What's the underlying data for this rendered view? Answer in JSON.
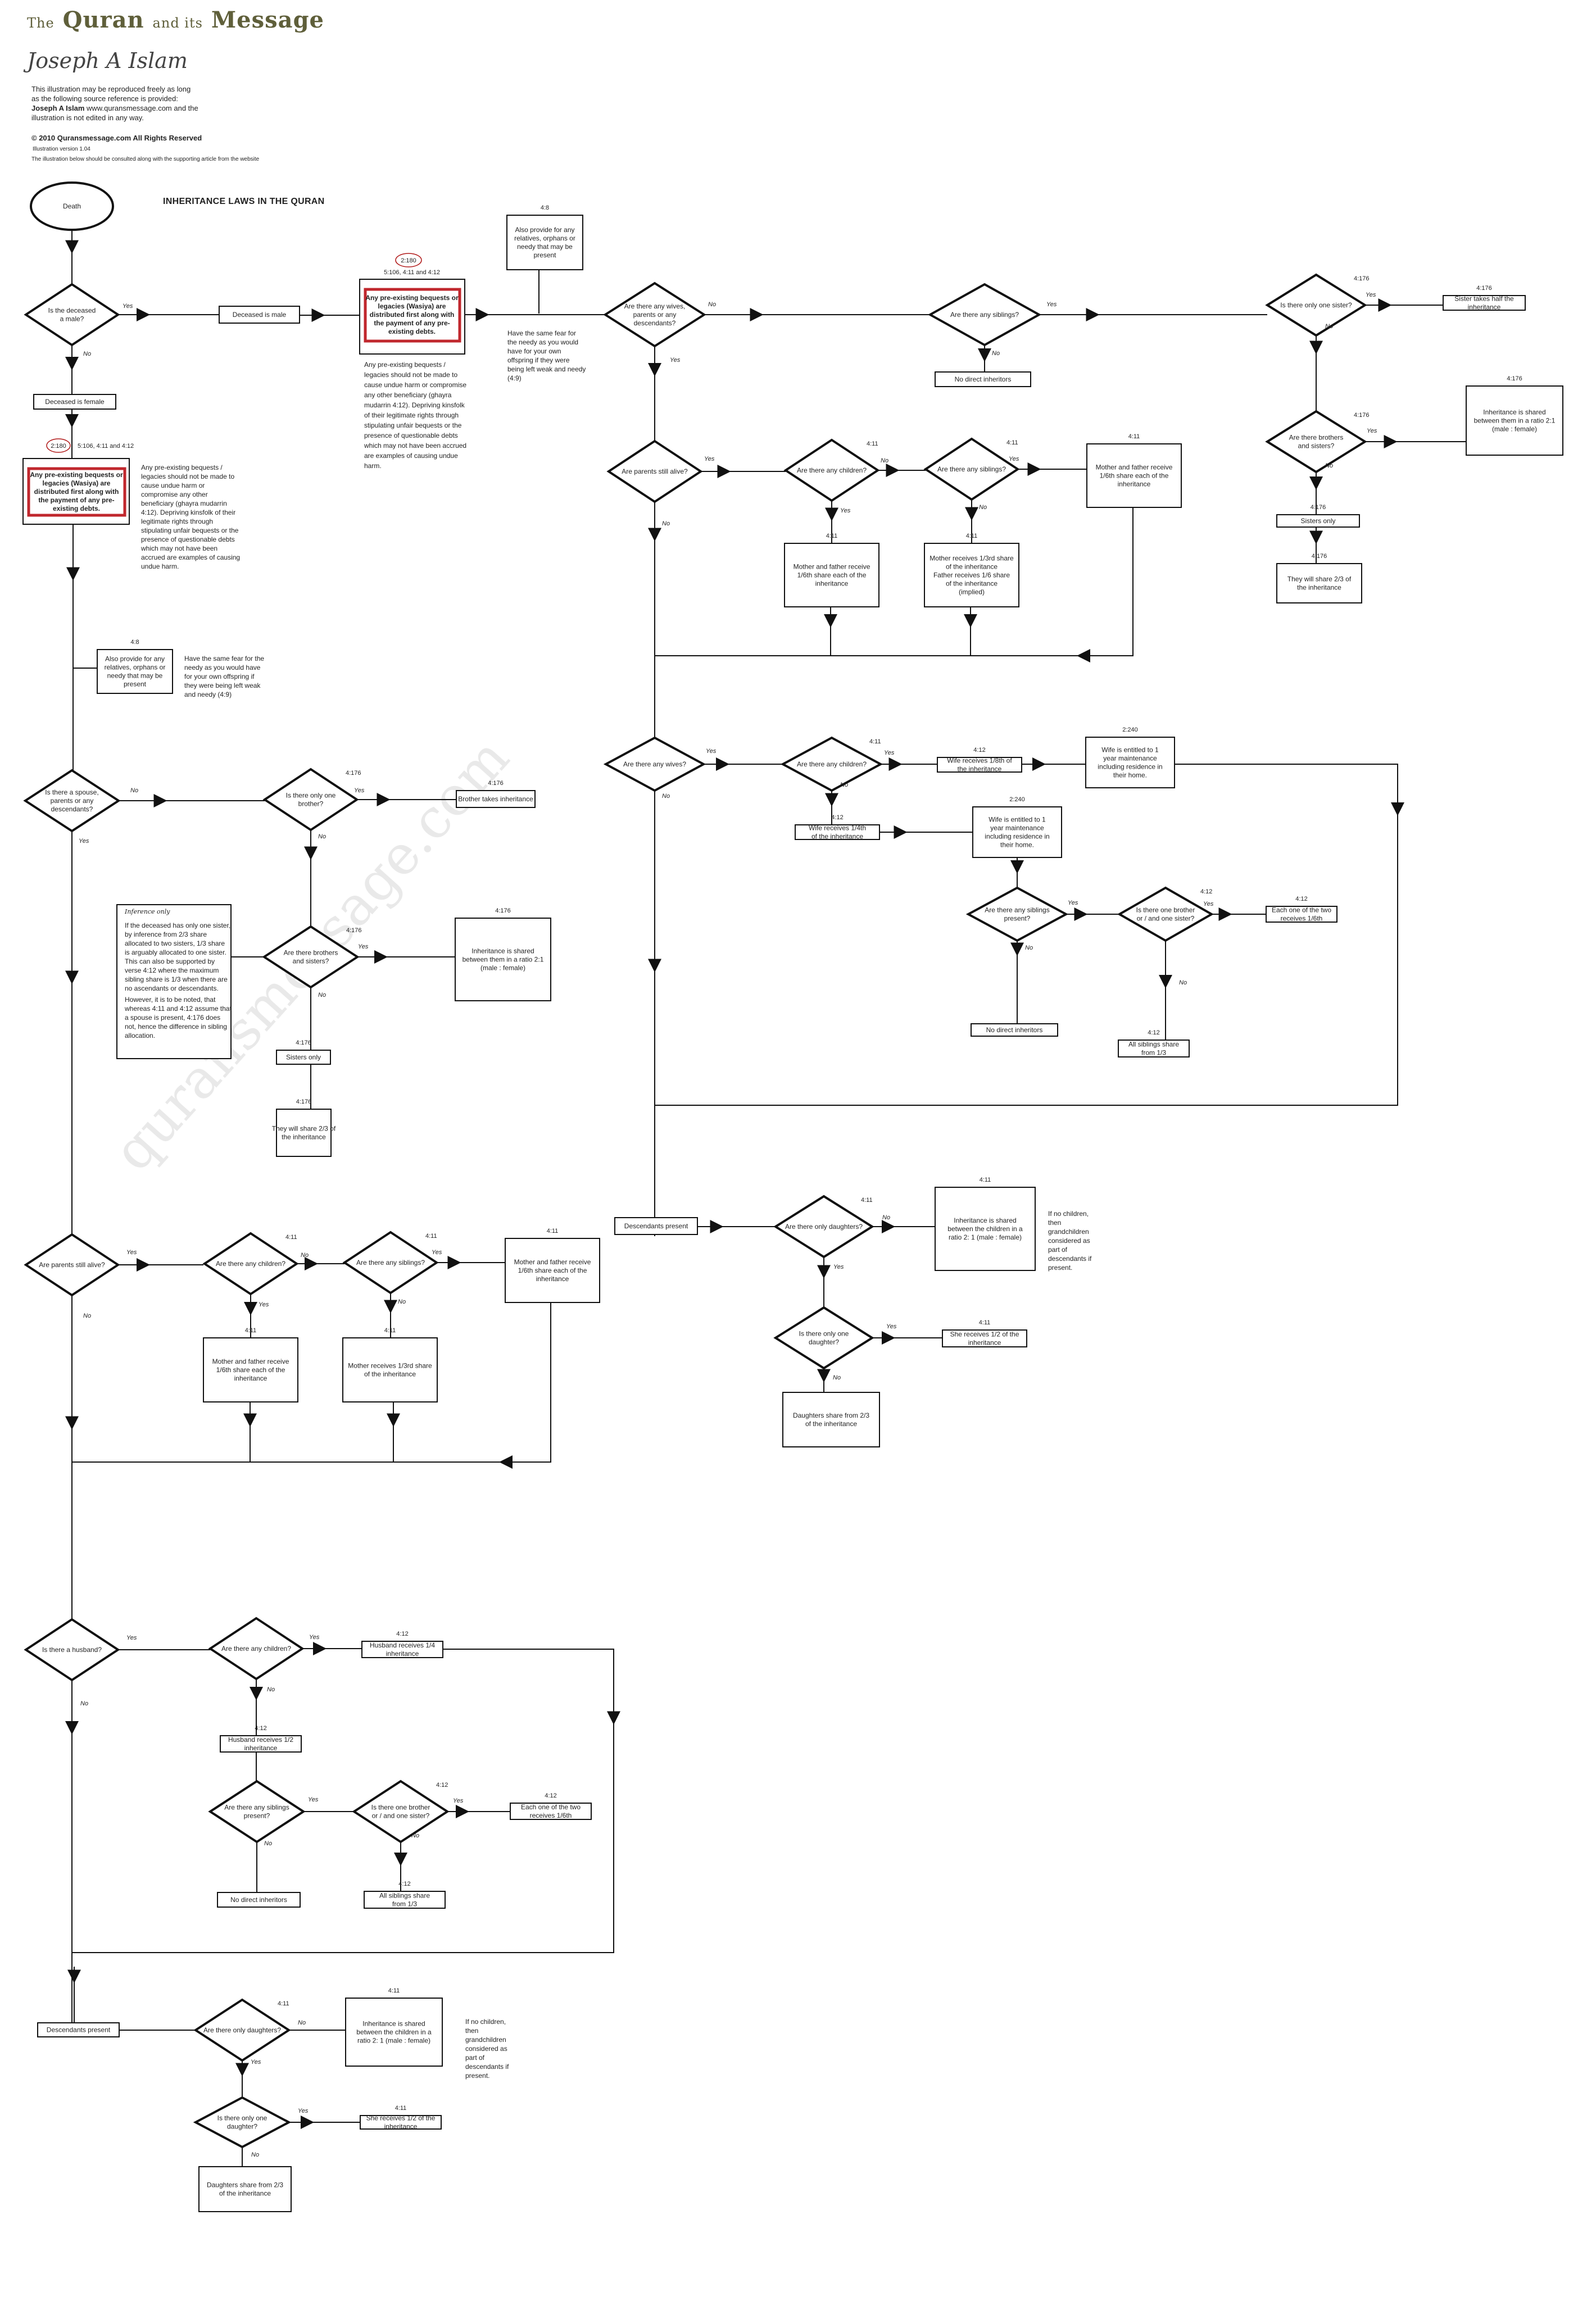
{
  "header": {
    "brand_the": "The",
    "brand_quran": "Quran",
    "brand_and_its": "and its",
    "brand_message": "Message",
    "author_signature": "Joseph A Islam",
    "notice_line1": "This illustration may be reproduced freely as long as the following source reference is provided:",
    "notice_author": "Joseph A Islam",
    "notice_line2": "www.quransmessage.com and the illustration is not edited in any way.",
    "copyright": "© 2010 Quransmessage.com   All Rights Reserved",
    "version": "Illustration version 1.04",
    "consult": "The illustration below should be consulted along with the supporting article from the website"
  },
  "diagram_title": "INHERITANCE LAWS IN THE QURAN",
  "watermark": "quransmessage.com",
  "common": {
    "yes": "Yes",
    "no": "No",
    "bequest_box": [
      "Any pre-existing bequests or",
      "legacies (Wasiya) are",
      "distributed first along with",
      "the payment of any pre-",
      "existing debts."
    ],
    "bequest_ref_circle": "2:180",
    "bequest_refs": "5:106, 4:11 and 4:12",
    "bequest_note": "Any pre-existing bequests / legacies should not be made to cause undue harm or compromise any other beneficiary (ghayra mudarrin 4:12). Depriving kinsfolk of their legitimate rights through stipulating unfair bequests or the presence of questionable debts which may not have been accrued are examples of causing undue harm.",
    "provide_ref": "4:8",
    "provide_box": "Also provide for any relatives, orphans or needy that may be present",
    "fear_note": "Have the same fear for the needy as you would have for your own offspring if they were being left weak and needy (4:9)"
  },
  "nodes": {
    "death": "Death",
    "is_male": [
      "Is the deceased",
      "a male?"
    ],
    "deceased_male": "Deceased is male",
    "deceased_female": "Deceased is female",
    "m_wives_parents_desc": [
      "Are there any wives,",
      "parents or any",
      "descendants?"
    ],
    "m_any_siblings": "Are there any siblings?",
    "m_no_direct": "No direct inheritors",
    "m_one_sister": "Is there only one sister?",
    "m_one_sister_ref": "4:176",
    "m_sister_half": [
      "Sister takes half the",
      "inheritance"
    ],
    "m_sister_half_ref": "4:176",
    "m_bro_sis": [
      "Are there brothers",
      "and sisters?"
    ],
    "m_bro_sis_ref": "4:176",
    "m_shared_21": [
      "Inheritance is shared",
      "between them in a ratio 2:1",
      "(male : female)"
    ],
    "m_shared_21_ref": "4:176",
    "m_sisters_only": "Sisters only",
    "m_sisters_only_ref": "4:176",
    "m_share_23": [
      "They will share 2/3 of",
      "the inheritance"
    ],
    "m_share_23_ref": "4:176",
    "m_parents_alive": "Are parents still alive?",
    "m_children": "Are there any children?",
    "m_children_ref": "4:11",
    "m_siblings2": "Are there any siblings?",
    "m_siblings2_ref": "4:11",
    "m_mf_16_a": [
      "Mother and father receive",
      "1/6th share each of the",
      "inheritance"
    ],
    "m_mf_16_a_ref": "4:11",
    "m_mf_16_b": [
      "Mother and father receive",
      "1/6th share each of the",
      "inheritance"
    ],
    "m_mf_16_b_ref": "4:11",
    "m_mother_13": [
      "Mother receives 1/3rd share",
      "of the inheritance",
      "Father receives 1/6 share",
      "of the inheritance",
      "(implied)"
    ],
    "m_mother_13_ref": "4:11",
    "m_any_wives": "Are there any wives?",
    "m_children3": "Are there any children?",
    "m_children3_ref": "4:11",
    "m_wife_18": [
      "Wife receives 1/8th of",
      "the inheritance"
    ],
    "m_wife_18_ref": "4:12",
    "m_wife_maint_a": [
      "Wife is entitled to 1",
      "year maintenance",
      "including residence in",
      "their home."
    ],
    "m_wife_maint_a_ref": "2:240",
    "m_wife_14": [
      "Wife receives 1/4th",
      "of the inheritance"
    ],
    "m_wife_14_ref": "4:12",
    "m_wife_maint_b": [
      "Wife is entitled to 1",
      "year maintenance",
      "including residence in",
      "their home."
    ],
    "m_wife_maint_b_ref": "2:240",
    "m_sib_present": [
      "Are there any siblings",
      "present?"
    ],
    "m_one_bro_sis": [
      "Is there one brother",
      "or / and one sister?"
    ],
    "m_one_bro_sis_ref": "4:12",
    "m_each_16": [
      "Each one of the two",
      "receives 1/6th"
    ],
    "m_each_16_ref": "4:12",
    "m_no_direct2": "No direct inheritors",
    "m_all_sib_13": [
      "All siblings share",
      "from 1/3"
    ],
    "m_all_sib_13_ref": "4:12",
    "m_desc_present": "Descendants present",
    "m_only_daughters": "Are there only daughters?",
    "m_only_daughters_ref": "4:11",
    "m_children_21": [
      "Inheritance is shared",
      "between the children in a",
      "ratio 2: 1 (male : female)"
    ],
    "m_children_21_ref": "4:11",
    "m_grandchildren_note": "If no children, then grandchildren considered as part of descendants if present.",
    "m_one_daughter": [
      "Is there only one",
      "daughter?"
    ],
    "m_she_12": [
      "She receives 1/2 of the",
      "inheritance"
    ],
    "m_she_12_ref": "4:11",
    "m_daughters_23": [
      "Daughters share from 2/3",
      "of the inheritance"
    ],
    "f_spouse_parents_desc": [
      "Is there a spouse,",
      "parents or any",
      "descendants?"
    ],
    "f_one_brother": [
      "Is there only one",
      "brother?"
    ],
    "f_one_brother_ref": "4:176",
    "f_brother_takes": "Brother takes inheritance",
    "f_brother_takes_ref": "4:176",
    "f_inference_title": "Inference only",
    "f_inference_p1": "If the deceased has only one sister, by inference from 2/3 share allocated to two sisters, 1/3 share is arguably allocated to one sister. This can also be supported by verse 4:12 where the maximum sibling share is 1/3 when there are no ascendants or descendants.",
    "f_inference_p2": "However, it is to be noted, that whereas 4:11 and 4:12 assume that a spouse is present, 4:176 does not, hence the difference in sibling allocation.",
    "f_bro_sis": [
      "Are there brothers",
      "and sisters?"
    ],
    "f_bro_sis_ref": "4:176",
    "f_shared_21": [
      "Inheritance is shared",
      "between them in a ratio 2:1",
      "(male : female)"
    ],
    "f_shared_21_ref": "4:176",
    "f_sisters_only": "Sisters only",
    "f_sisters_only_ref": "4:176",
    "f_share_23": [
      "They will share 2/3 of",
      "the inheritance"
    ],
    "f_share_23_ref": "4:176",
    "f_parents_alive": "Are parents still alive?",
    "f_children": "Are there any children?",
    "f_children_ref": "4:11",
    "f_siblings": "Are there any siblings?",
    "f_siblings_ref": "4:11",
    "f_mf_16_a": [
      "Mother and father receive",
      "1/6th share each of the",
      "inheritance"
    ],
    "f_mf_16_a_ref": "4:11",
    "f_mf_16_b": [
      "Mother and father receive",
      "1/6th share each of the",
      "inheritance"
    ],
    "f_mf_16_b_ref": "4:11",
    "f_mother_13": [
      "Mother receives 1/3rd share",
      "of the inheritance"
    ],
    "f_mother_13_ref": "4:11",
    "f_husband": "Is there a husband?",
    "f_children2": "Are there any children?",
    "f_husb_14": [
      "Husband receives 1/4",
      "inheritance"
    ],
    "f_husb_14_ref": "4:12",
    "f_husb_12": [
      "Husband receives 1/2",
      "inheritance"
    ],
    "f_husb_12_ref": "4:12",
    "f_sib_present": [
      "Are there any siblings",
      "present?"
    ],
    "f_one_bro_sis": [
      "Is there one brother",
      "or / and one sister?"
    ],
    "f_one_bro_sis_ref": "4:12",
    "f_each_16": [
      "Each one of the two",
      "receives 1/6th"
    ],
    "f_each_16_ref": "4:12",
    "f_no_direct": "No direct inheritors",
    "f_all_sib_13": [
      "All siblings share",
      "from 1/3"
    ],
    "f_all_sib_13_ref": "4:12",
    "f_desc_present": "Descendants present",
    "f_only_daughters": "Are there only daughters?",
    "f_only_daughters_ref": "4:11",
    "f_children_21": [
      "Inheritance is shared",
      "between the children in a",
      "ratio 2: 1 (male : female)"
    ],
    "f_children_21_ref": "4:11",
    "f_grandchildren_note": "If no children, then grandchildren considered as part of descendants if present.",
    "f_one_daughter": [
      "Is there only one",
      "daughter?"
    ],
    "f_she_12": [
      "She receives 1/2 of the",
      "inheritance"
    ],
    "f_she_12_ref": "4:11",
    "f_daughters_23": [
      "Daughters share from 2/3",
      "of the inheritance"
    ]
  }
}
